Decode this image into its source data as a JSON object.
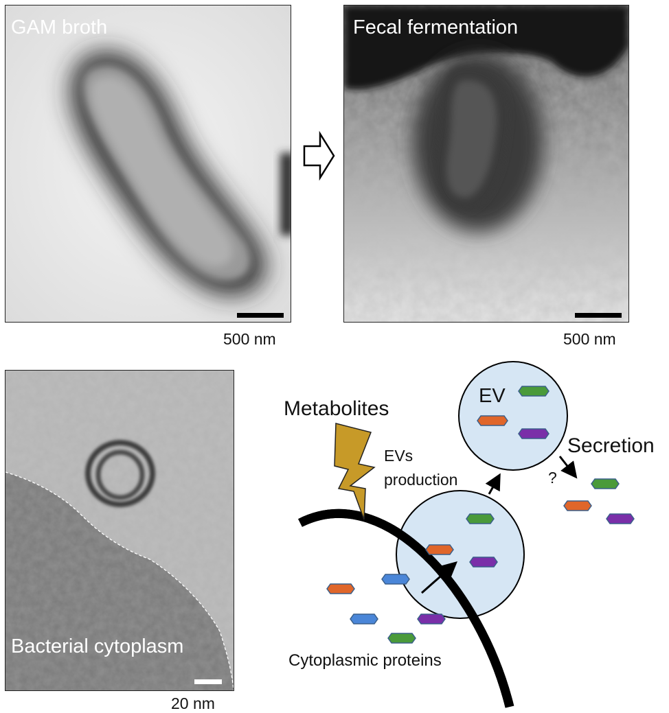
{
  "panels": {
    "gam": {
      "label": "GAM broth",
      "scale": "500 nm"
    },
    "fecal": {
      "label": "Fecal fermentation",
      "scale": "500 nm"
    },
    "cyto": {
      "label": "Bacterial cytoplasm",
      "scale": "20 nm"
    }
  },
  "diagram": {
    "ev_label": "EV",
    "metabolites": "Metabolites",
    "evs_production_line1": "EVs",
    "evs_production_line2": "production",
    "secretion": "Secretion",
    "question": "?",
    "cytoplasmic_proteins": "Cytoplasmic proteins"
  },
  "colors": {
    "ev_fill": "#d6e6f4",
    "protein_orange": "#e0662a",
    "protein_green": "#4a9a3a",
    "protein_purple": "#7a2fa8",
    "protein_blue": "#4a86d8",
    "protein_outline": "#3a5f8a",
    "lightning": "#c79a28"
  }
}
